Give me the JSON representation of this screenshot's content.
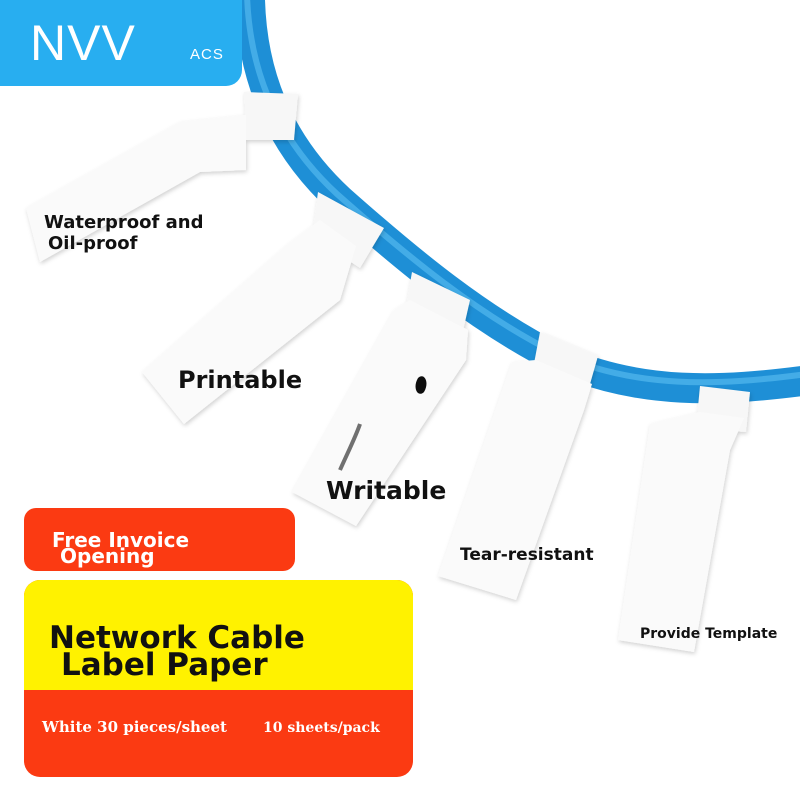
{
  "brand": {
    "name": "NVV",
    "suffix": "ACS",
    "color": "#28aef0"
  },
  "features": {
    "waterproof": [
      "Waterproof and",
      "Oil-proof"
    ],
    "printable": "Printable",
    "writable": "Writable",
    "tear_resistant": "Tear-resistant",
    "template": "Provide Template"
  },
  "invoice": {
    "line1": "Free Invoice",
    "line2": "Opening",
    "color": "#fb3a12"
  },
  "product": {
    "title_line1": "Network Cable",
    "title_line2": "Label Paper",
    "spec1": "White 30 pieces/sheet",
    "spec2": "10 sheets/pack",
    "title_bg": "#fff200",
    "spec_bg": "#fb3a12"
  },
  "cable": {
    "color": "#1e90d8",
    "label_color": "#ffffff"
  }
}
